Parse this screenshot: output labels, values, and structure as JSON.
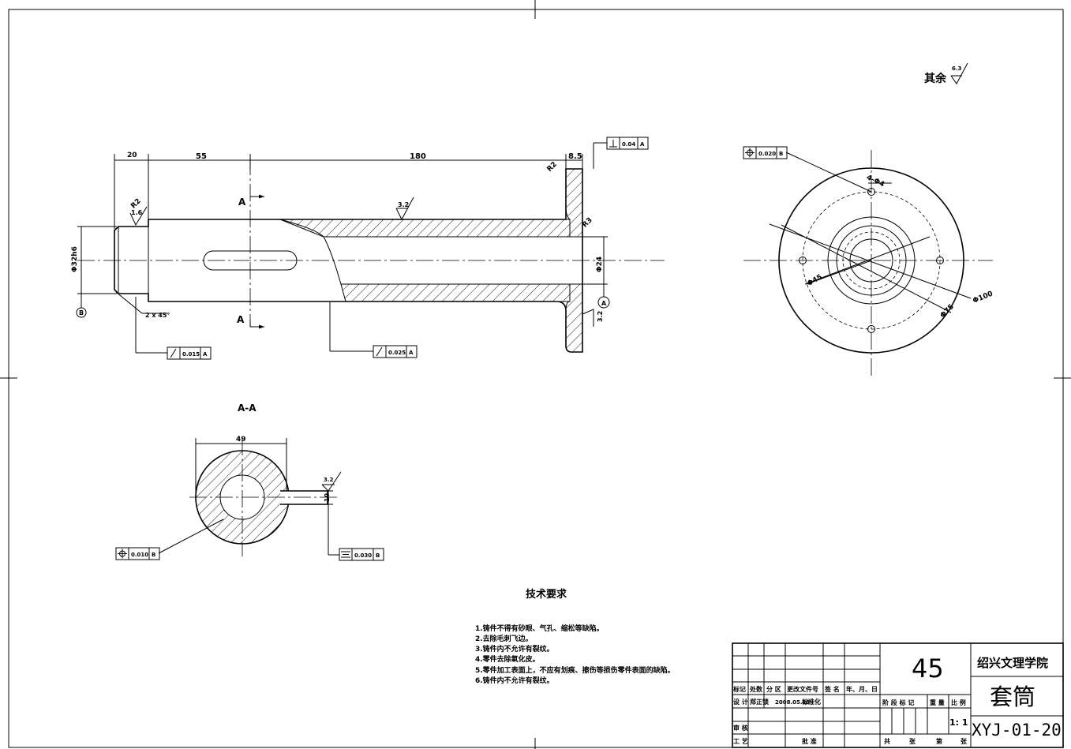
{
  "roughness": {
    "other_label": "其余",
    "other_value": "6.3",
    "surface_main": "3.2",
    "surface_flange": "3.2",
    "surface_key": "3.2"
  },
  "dimensions": {
    "d20": "20",
    "d55": "55",
    "d180": "180",
    "d8_5": "8.5",
    "dia_left": "Φ32h6",
    "dia_bore": "Φ24",
    "chamfer": "2 x 45°",
    "r1": "R2",
    "r2": "R2",
    "r3": "R3",
    "f1_6": "1.6",
    "w49": "49",
    "w10": "10",
    "holes": "4-Φ4",
    "dia45": "Φ45",
    "dia100": "Φ100",
    "dia75": "Φ75"
  },
  "datums": {
    "b": "B",
    "a": "A"
  },
  "section": {
    "cut_a_top": "A",
    "cut_a_bottom": "A",
    "title": "A-A"
  },
  "tolerances": {
    "perp": {
      "value": "0.04",
      "datum": "A"
    },
    "pos_flange": {
      "value": "0.020",
      "datum": "B"
    },
    "runout_left": {
      "value": "0.015",
      "datum": "A"
    },
    "runout_mid": {
      "value": "0.025",
      "datum": "A"
    },
    "pos_section": {
      "value": "0.010",
      "datum": "B"
    },
    "sym_key": {
      "value": "0.030",
      "datum": "B"
    }
  },
  "tech": {
    "title": "技术要求",
    "items": [
      "1.铸件不得有砂眼、气孔、缩松等缺陷。",
      "2.去除毛刺飞边。",
      "3.铸件内不允许有裂纹。",
      "4.零件去除氧化皮。",
      "5.零件加工表面上，不应有划痕、擦伤等损伤零件表面的缺陷。",
      "6.铸件内不允许有裂纹。"
    ]
  },
  "title_block": {
    "material": "45",
    "school": "绍兴文理学院",
    "part_name": "套筒",
    "drawing_no": "XYJ-01-20",
    "h_mark": "标记",
    "h_count": "处数",
    "h_zone": "分 区",
    "h_docno": "更改文件号",
    "h_sign": "签 名",
    "h_date": "年、月、日",
    "r_design": "设 计",
    "designer": "郑正锁",
    "design_date": "2008.05.23",
    "standard": "标准化",
    "stage": "阶 段 标 记",
    "weight": "重 量",
    "scale_label": "比 例",
    "scale": "1: 1",
    "review": "审 核",
    "process": "工 艺",
    "approve": "批 准",
    "total": "共",
    "sheets1": "张",
    "page": "第",
    "sheets2": "张"
  }
}
